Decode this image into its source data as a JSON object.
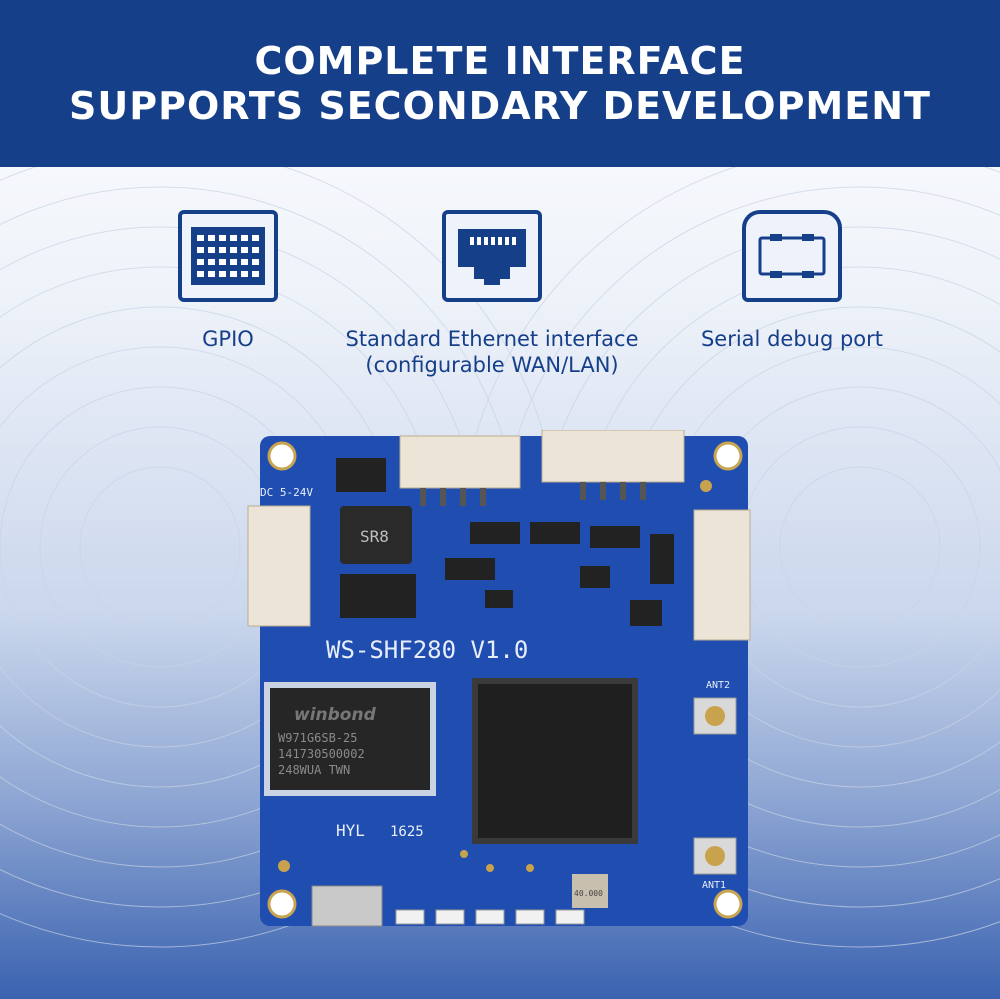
{
  "header": {
    "title_line1": "COMPLETE INTERFACE",
    "title_line2": "SUPPORTS SECONDARY DEVELOPMENT"
  },
  "features": [
    {
      "label": "GPIO",
      "icon": "gpio-pins-icon"
    },
    {
      "label_line1": "Standard Ethernet interface",
      "label_line2": "(configurable WAN/LAN)",
      "icon": "ethernet-port-icon"
    },
    {
      "label": "Serial debug port",
      "icon": "usb-port-icon"
    }
  ],
  "board": {
    "model": "WS-SHF280 V1.0",
    "power_label": "DC 5-24V",
    "memory_brand": "winbond",
    "memory_line1": "W971G6SB-25",
    "memory_line2": "141730500002",
    "memory_line3": "248WUA TWN",
    "maker": "HYL",
    "date": "1625",
    "inductor": "SR8",
    "ant1": "ANT1",
    "ant2": "ANT2",
    "crystal": "40.000"
  },
  "colors": {
    "brand_blue": "#163f8a",
    "pcb_blue": "#1f4db0",
    "header_text": "#ffffff"
  }
}
